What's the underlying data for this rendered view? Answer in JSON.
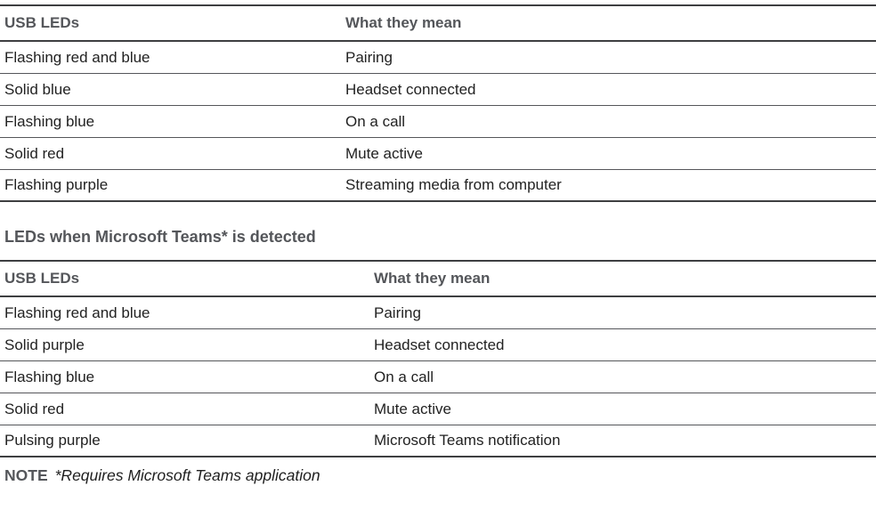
{
  "tables": [
    {
      "col1_header": "USB LEDs",
      "col2_header": "What they mean",
      "rows": [
        {
          "led": "Flashing red and blue",
          "meaning": "Pairing"
        },
        {
          "led": "Solid blue",
          "meaning": "Headset connected"
        },
        {
          "led": "Flashing blue",
          "meaning": "On a call"
        },
        {
          "led": "Solid red",
          "meaning": "Mute active"
        },
        {
          "led": "Flashing purple",
          "meaning": "Streaming media from computer"
        }
      ]
    },
    {
      "col1_header": "USB LEDs",
      "col2_header": "What they mean",
      "rows": [
        {
          "led": "Flashing red and blue",
          "meaning": "Pairing"
        },
        {
          "led": "Solid purple",
          "meaning": "Headset connected"
        },
        {
          "led": "Flashing blue",
          "meaning": "On a call"
        },
        {
          "led": "Solid red",
          "meaning": "Mute active"
        },
        {
          "led": "Pulsing purple",
          "meaning": "Microsoft Teams notification"
        }
      ]
    }
  ],
  "section_heading": "LEDs when Microsoft Teams* is detected",
  "note": {
    "label": "NOTE",
    "text": "*Requires Microsoft Teams application"
  },
  "colors": {
    "heading_gray": "#54565a",
    "body_text": "#222222",
    "rule_dark": "#3e3f41"
  }
}
